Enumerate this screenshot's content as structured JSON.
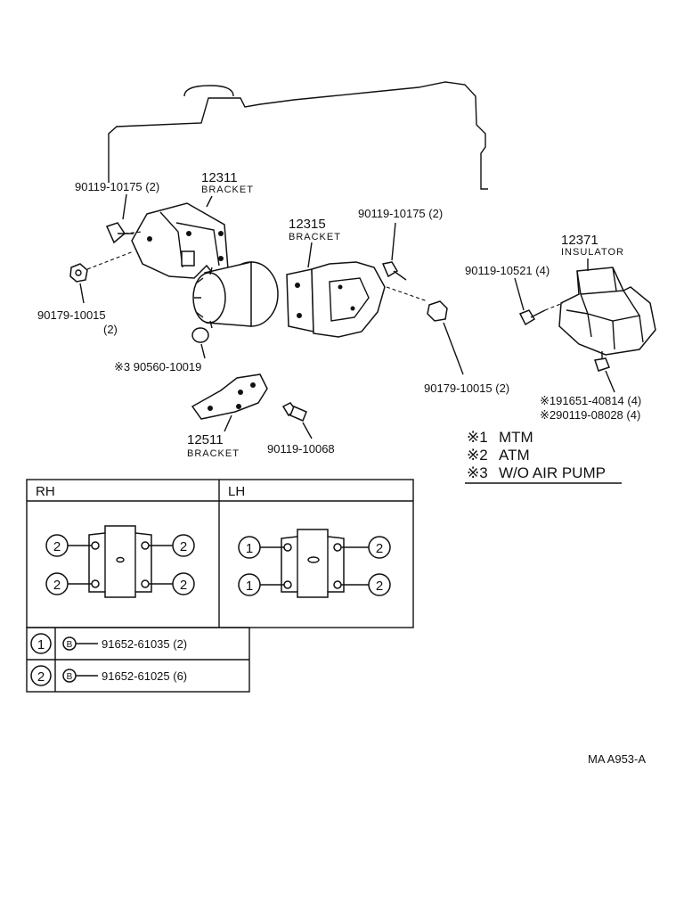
{
  "labels": {
    "bolt_top_left": "90119-10175 (2)",
    "bracket_left_num": "12311",
    "bracket_left_name": "BRACKET",
    "bracket_mid_num": "12315",
    "bracket_mid_name": "BRACKET",
    "bolt_top_mid": "90119-10175 (2)",
    "insulator_num": "12371",
    "insulator_name": "INSULATOR",
    "bolt_insulator": "90119-10521 (4)",
    "nut_left": "90179-10015",
    "nut_left_qty": "(2)",
    "spacer": "※3  90560-10019",
    "bracket_low_num": "12511",
    "bracket_low_name": "BRACKET",
    "bolt_low": "90119-10068",
    "nut_mid": "90179-10015 (2)",
    "stud_1": "※191651-40814 (4)",
    "stud_2": "※290119-08028 (4)"
  },
  "legend": [
    {
      "mark": "※1",
      "text": "MTM"
    },
    {
      "mark": "※2",
      "text": "ATM"
    },
    {
      "mark": "※3",
      "text": "W/O AIR  PUMP"
    }
  ],
  "panels": {
    "rh": {
      "title": "RH",
      "circles": [
        "2",
        "2",
        "2",
        "2"
      ]
    },
    "lh": {
      "title": "LH",
      "circles": [
        "1",
        "2",
        "1",
        "2"
      ]
    }
  },
  "bolt_table": [
    {
      "circle": "1",
      "code": "B",
      "part": "91652-61035 (2)"
    },
    {
      "circle": "2",
      "code": "B",
      "part": "91652-61025 (6)"
    }
  ],
  "diagram_code": "MA  A953-A"
}
